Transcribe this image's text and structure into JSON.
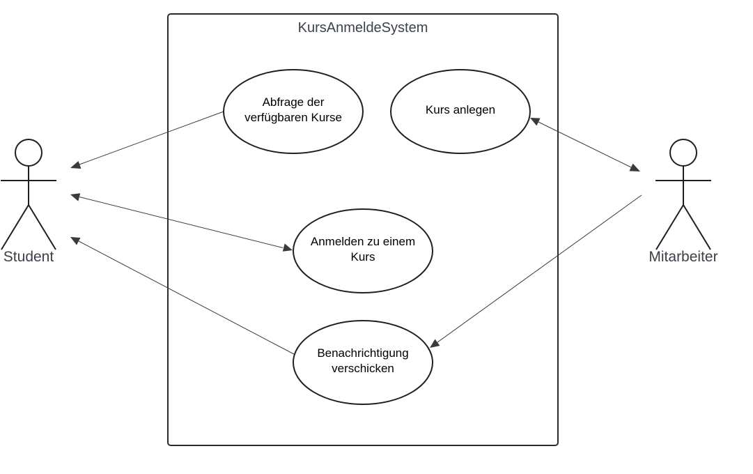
{
  "system": {
    "title": "KursAnmeldeSystem"
  },
  "actors": {
    "student": "Student",
    "mitarbeiter": "Mitarbeiter"
  },
  "use_cases": {
    "abfrage": {
      "line1": "Abfrage der",
      "line2": "verfügbaren Kurse"
    },
    "anlegen": {
      "line1": "Kurs anlegen"
    },
    "anmelden": {
      "line1": "Anmelden zu einem",
      "line2": "Kurs"
    },
    "benachrichtigung": {
      "line1": "Benachrichtigung",
      "line2": "verschicken"
    }
  },
  "colors": {
    "label_text": "#3a414a",
    "stroke": "#1f1f1f",
    "connector": "#3a3a3a"
  },
  "relations": [
    {
      "from": "abfrage",
      "to": "student",
      "arrow": "end"
    },
    {
      "from": "student",
      "to": "anmelden",
      "arrow": "both"
    },
    {
      "from": "benachrichtigung",
      "to": "student",
      "arrow": "end"
    },
    {
      "from": "anlegen",
      "to": "mitarbeiter",
      "arrow": "both"
    },
    {
      "from": "mitarbeiter",
      "to": "benachrichtigung",
      "arrow": "end"
    }
  ]
}
